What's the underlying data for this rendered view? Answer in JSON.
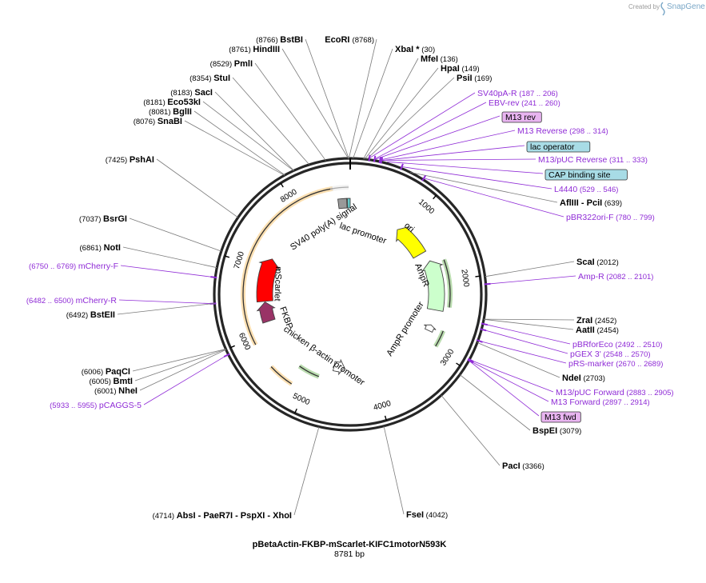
{
  "credit": {
    "text": "Created by",
    "brand": "SnapGene"
  },
  "plasmid": {
    "name": "pBetaActin-FKBP-mScarlet-KIFC1motorN593K",
    "length_label": "8781 bp",
    "length": 8781
  },
  "ticks": [
    {
      "label": "1000",
      "pos": 1000
    },
    {
      "label": "2000",
      "pos": 2000
    },
    {
      "label": "3000",
      "pos": 3000
    },
    {
      "label": "4000",
      "pos": 4000
    },
    {
      "label": "5000",
      "pos": 5000
    },
    {
      "label": "6000",
      "pos": 6000
    },
    {
      "label": "7000",
      "pos": 7000
    },
    {
      "label": "8000",
      "pos": 8000
    }
  ],
  "sites_right": [
    {
      "type": "enzyme",
      "pos_label": "(8768)",
      "name": "EcoRI",
      "site": 8768,
      "star": false
    },
    {
      "type": "enzyme",
      "name": "XbaI",
      "pos_label": "(30)",
      "site": 30,
      "star": true
    },
    {
      "type": "enzyme",
      "name": "MfeI",
      "pos_label": "(136)",
      "site": 136
    },
    {
      "type": "enzyme",
      "name": "HpaI",
      "pos_label": "(149)",
      "site": 149
    },
    {
      "type": "enzyme",
      "name": "PsiI",
      "pos_label": "(169)",
      "site": 169
    },
    {
      "type": "primer",
      "name": "SV40pA-R",
      "pos_label": "(187 .. 206)",
      "site": 196
    },
    {
      "type": "primer",
      "name": "EBV-rev",
      "pos_label": "(241 .. 260)",
      "site": 250
    },
    {
      "type": "boxp",
      "name": "M13 rev",
      "site": 260
    },
    {
      "type": "primer",
      "name": "M13 Reverse",
      "pos_label": "(298 .. 314)",
      "site": 306
    },
    {
      "type": "boxb",
      "name": "lac operator",
      "site": 325
    },
    {
      "type": "primer",
      "name": "M13/pUC Reverse",
      "pos_label": "(311 .. 333)",
      "site": 322
    },
    {
      "type": "boxb",
      "name": "CAP binding site",
      "site": 380
    },
    {
      "type": "primer",
      "name": "L4440",
      "pos_label": "(529 .. 546)",
      "site": 537
    },
    {
      "type": "enzyme",
      "name": "AflIII",
      "name2": "PciI",
      "pos_label": "(639)",
      "site": 639
    },
    {
      "type": "primer",
      "name": "pBR322ori-F",
      "pos_label": "(780 .. 799)",
      "site": 790
    },
    {
      "type": "enzyme",
      "name": "ScaI",
      "pos_label": "(2012)",
      "site": 2012
    },
    {
      "type": "primer",
      "name": "Amp-R",
      "pos_label": "(2082 .. 2101)",
      "site": 2091
    },
    {
      "type": "enzyme",
      "name": "ZraI",
      "pos_label": "(2452)",
      "site": 2452
    },
    {
      "type": "enzyme",
      "name": "AatII",
      "pos_label": "(2454)",
      "site": 2454
    },
    {
      "type": "primer",
      "name": "pBRforEco",
      "pos_label": "(2492 .. 2510)",
      "site": 2501
    },
    {
      "type": "primer",
      "name": "pGEX 3'",
      "pos_label": "(2548 .. 2570)",
      "site": 2559
    },
    {
      "type": "primer",
      "name": "pRS-marker",
      "pos_label": "(2670 .. 2689)",
      "site": 2680
    },
    {
      "type": "enzyme",
      "name": "NdeI",
      "pos_label": "(2703)",
      "site": 2703
    },
    {
      "type": "primer",
      "name": "M13/pUC Forward",
      "pos_label": "(2883 .. 2905)",
      "site": 2894
    },
    {
      "type": "primer",
      "name": "M13 Forward",
      "pos_label": "(2897 .. 2914)",
      "site": 2905
    },
    {
      "type": "boxp",
      "name": "M13 fwd",
      "site": 2910
    },
    {
      "type": "enzyme",
      "name": "BspEI",
      "pos_label": "(3079)",
      "site": 3079
    },
    {
      "type": "enzyme",
      "name": "PacI",
      "pos_label": "(3366)",
      "site": 3366
    },
    {
      "type": "enzyme",
      "name": "FseI",
      "pos_label": "(4042)",
      "site": 4042
    }
  ],
  "sites_left": [
    {
      "type": "enzyme",
      "pos_label": "(8766)",
      "name": "BstBI",
      "site": 8766
    },
    {
      "type": "enzyme",
      "pos_label": "(8761)",
      "name": "HindIII",
      "site": 8761
    },
    {
      "type": "enzyme",
      "pos_label": "(8529)",
      "name": "PmlI",
      "site": 8529
    },
    {
      "type": "enzyme",
      "pos_label": "(8354)",
      "name": "StuI",
      "site": 8354
    },
    {
      "type": "enzyme",
      "pos_label": "(8183)",
      "name": "SacI",
      "site": 8183
    },
    {
      "type": "enzyme",
      "pos_label": "(8181)",
      "name": "Eco53kI",
      "site": 8181
    },
    {
      "type": "enzyme",
      "pos_label": "(8081)",
      "name": "BglII",
      "site": 8081
    },
    {
      "type": "enzyme",
      "pos_label": "(8076)",
      "name": "SnaBI",
      "site": 8076
    },
    {
      "type": "enzyme",
      "pos_label": "(7425)",
      "name": "PshAI",
      "site": 7425
    },
    {
      "type": "enzyme",
      "pos_label": "(7037)",
      "name": "BsrGI",
      "site": 7037
    },
    {
      "type": "enzyme",
      "pos_label": "(6861)",
      "name": "NotI",
      "site": 6861
    },
    {
      "type": "primer",
      "pos_label": "(6750 .. 6769)",
      "name": "mCherry-F",
      "site": 6760
    },
    {
      "type": "primer",
      "pos_label": "(6482 .. 6500)",
      "name": "mCherry-R",
      "site": 6491
    },
    {
      "type": "enzyme",
      "pos_label": "(6492)",
      "name": "BstEII",
      "site": 6492
    },
    {
      "type": "enzyme",
      "pos_label": "(6006)",
      "name": "PaqCI",
      "site": 6006
    },
    {
      "type": "enzyme",
      "pos_label": "(6005)",
      "name": "BmtI",
      "site": 6005
    },
    {
      "type": "enzyme",
      "pos_label": "(6001)",
      "name": "NheI",
      "site": 6001
    },
    {
      "type": "primer",
      "pos_label": "(5933 .. 5955)",
      "name": "pCAGGS-5",
      "site": 5944
    },
    {
      "type": "enzyme",
      "pos_label": "(4714)",
      "name": "AbsI",
      "extra": [
        "PaeR7I",
        "PspXI",
        "XhoI"
      ],
      "site": 4714
    }
  ],
  "features": [
    {
      "name": "ori",
      "start": 880,
      "end": 1470,
      "color": "#ffff00",
      "kind": "arrow"
    },
    {
      "name": "AmpR",
      "start": 1640,
      "end": 2450,
      "color": "#ccffcc",
      "kind": "arrow"
    },
    {
      "name": "AmpR promoter",
      "start": 2700,
      "end": 2800,
      "color": "#ffffff",
      "kind": "arrow"
    },
    {
      "name": "chicken β-actin promoter",
      "start": 4500,
      "end": 4700,
      "color": "#ffffff",
      "kind": "arrow"
    },
    {
      "name": "FKBP",
      "start": 6140,
      "end": 6460,
      "color": "#993366",
      "kind": "arrow"
    },
    {
      "name": "mScarlet",
      "start": 6470,
      "end": 7180,
      "color": "#ff0000",
      "kind": "arrow"
    },
    {
      "name": "SV40 poly(A) signal",
      "start": 8600,
      "end": 8730,
      "color": "#999999",
      "kind": "box"
    },
    {
      "name": "lac promoter",
      "start": 8740,
      "end": 8781,
      "color": "#66cccc",
      "kind": "box"
    }
  ],
  "inner_labels": {
    "sv40": "SV40 poly(A) signal",
    "lac": "lac promoter",
    "ori": "ori",
    "ampr": "AmpR",
    "amprp": "AmpR promoter",
    "chicken": "chicken β-actin promoter",
    "fkbp": "FKBP",
    "mscarlet": "mScarlet"
  },
  "colors": {
    "enzyme_line": "#7a7a7a",
    "primer": "#8f2bd6",
    "box_pink": "#e8b4f0",
    "box_blue": "#a8dce6",
    "orange": "#f5a623",
    "green": "#3a9a1a"
  }
}
